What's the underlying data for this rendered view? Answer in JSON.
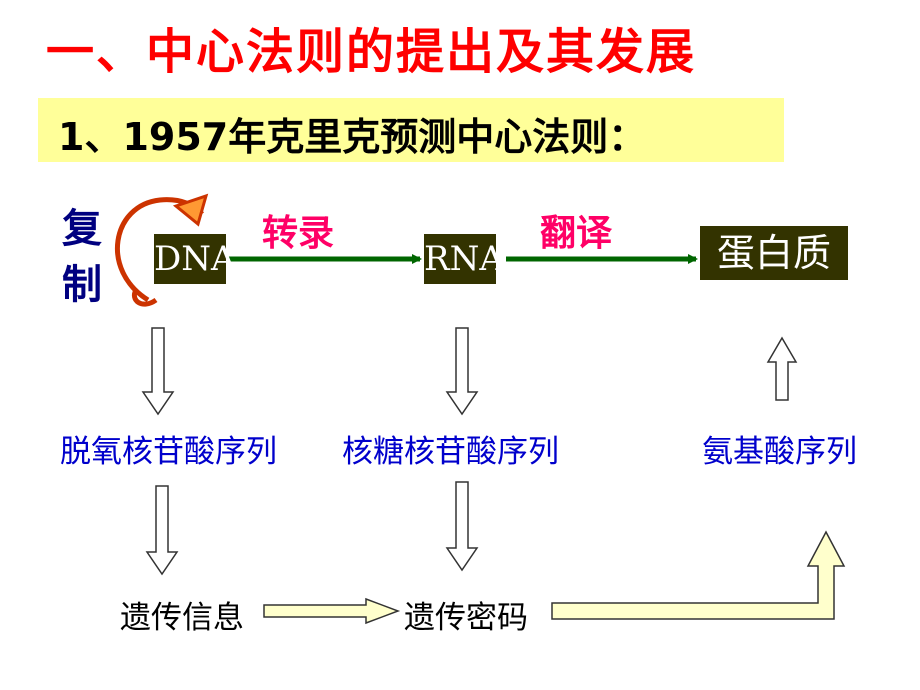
{
  "title": "一、中心法则的提出及其发展",
  "subtitle": "1、1957年克里克预测中心法则：",
  "diagram": {
    "replication": [
      "复",
      "制"
    ],
    "nodes": {
      "dna": "DNA",
      "rna": "RNA",
      "protein": "蛋白质"
    },
    "processes": {
      "transcription": "转录",
      "translation": "翻译"
    },
    "sequences": {
      "deoxyribonucleotide": "脱氧核苷酸序列",
      "ribonucleotide": "核糖核苷酸序列",
      "amino_acid": "氨基酸序列"
    },
    "info": {
      "genetic_info": "遗传信息",
      "genetic_code": "遗传密码"
    }
  },
  "colors": {
    "title": "#ff0000",
    "subtitle_bg": "#ffff99",
    "box_bg": "#333300",
    "arrow_green": "#006600",
    "replication_loop": "#cc3300",
    "replication_text": "#000080",
    "process_text": "#ff0066",
    "sequence_text": "#0000cc",
    "block_arrow_fill": "#ffffcc"
  }
}
